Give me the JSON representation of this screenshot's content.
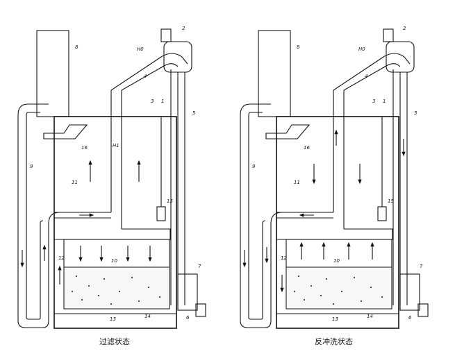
{
  "panels": [
    {
      "id": "filtration",
      "caption": "过滤状态",
      "labels": {
        "l1": "1",
        "l2": "2",
        "l3": "3",
        "l4": "4",
        "l5": "5",
        "l6": "6",
        "l7": "7",
        "l8": "8",
        "l9": "9",
        "l10": "10",
        "l11": "11",
        "l12": "12",
        "l13": "13",
        "l14": "14",
        "l15": "15",
        "l16": "16",
        "h0": "H0",
        "h1": "H1"
      }
    },
    {
      "id": "backwash",
      "caption": "反冲洗状态",
      "labels": {
        "l1": "1",
        "l2": "2",
        "l3": "3",
        "l4": "4",
        "l5": "5",
        "l6": "6",
        "l7": "7",
        "l8": "8",
        "l9": "9",
        "l10": "10",
        "l11": "11",
        "l12": "12",
        "l13": "13",
        "l14": "14",
        "l15": "15",
        "l16": "16",
        "h0": "H0"
      }
    }
  ]
}
